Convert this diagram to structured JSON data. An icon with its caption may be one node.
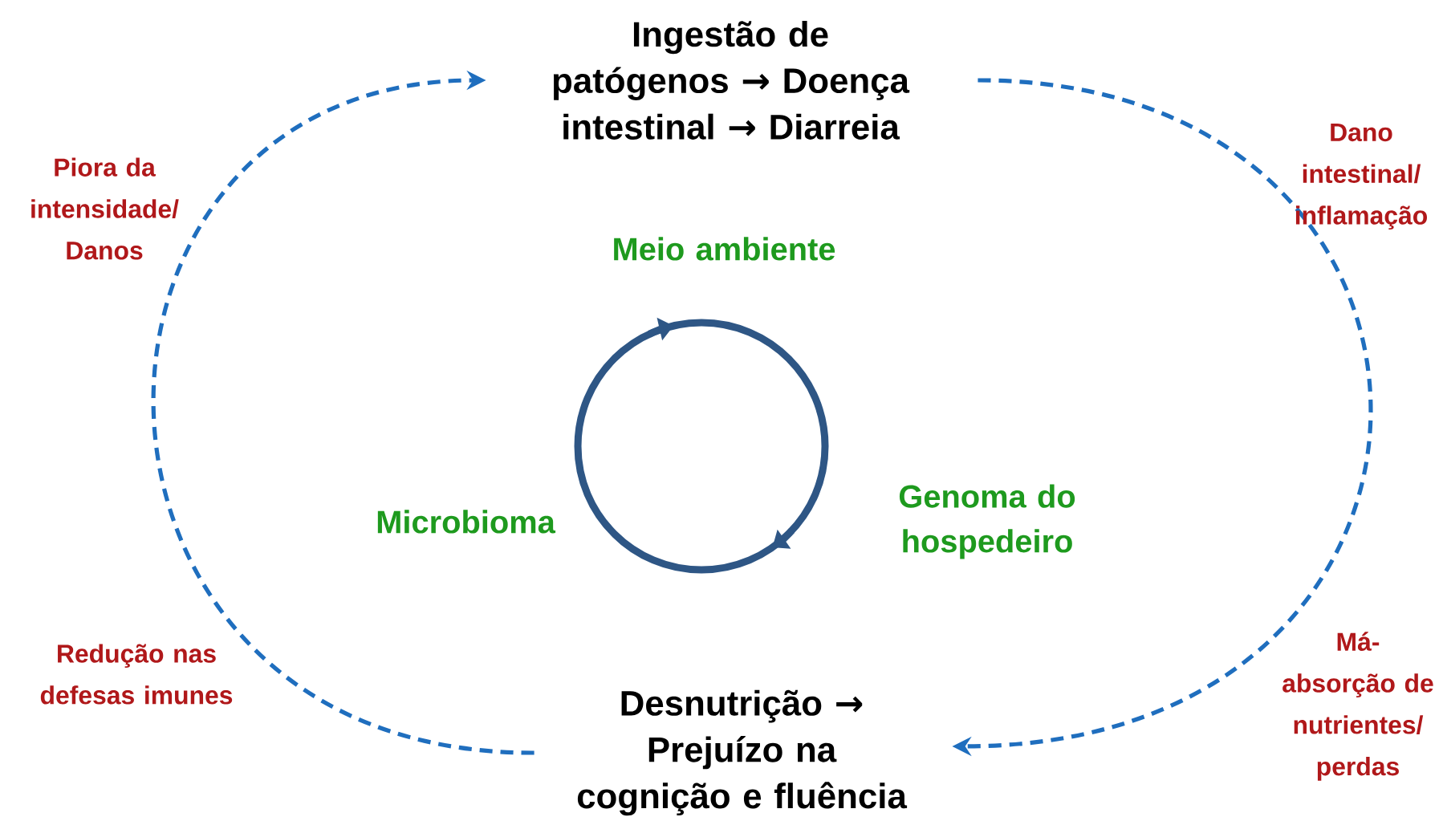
{
  "diagram": {
    "nodes": [
      {
        "text": [
          "Ingestão de patógenos → Doença intestinal → Diarreia"
        ]
      },
      {
        "text": [
          "Desnutrição → Prejuízo na cognição e fluência"
        ]
      }
    ],
    "edges": [
      {
        "from": 0,
        "to": 1,
        "arrow": "to",
        "style": "dashed"
      },
      {
        "from": 1,
        "to": 0,
        "arrow": "to",
        "style": "dashed"
      }
    ],
    "labels": [
      "Piora da intensidade/ Danos",
      "Dano intestinal/ inflamação",
      "Meio ambiente",
      "Microbioma",
      "Genoma do hospedeiro",
      "Redução nas defesas imunes",
      "Má-absorção de nutrientes/ perdas"
    ]
  }
}
